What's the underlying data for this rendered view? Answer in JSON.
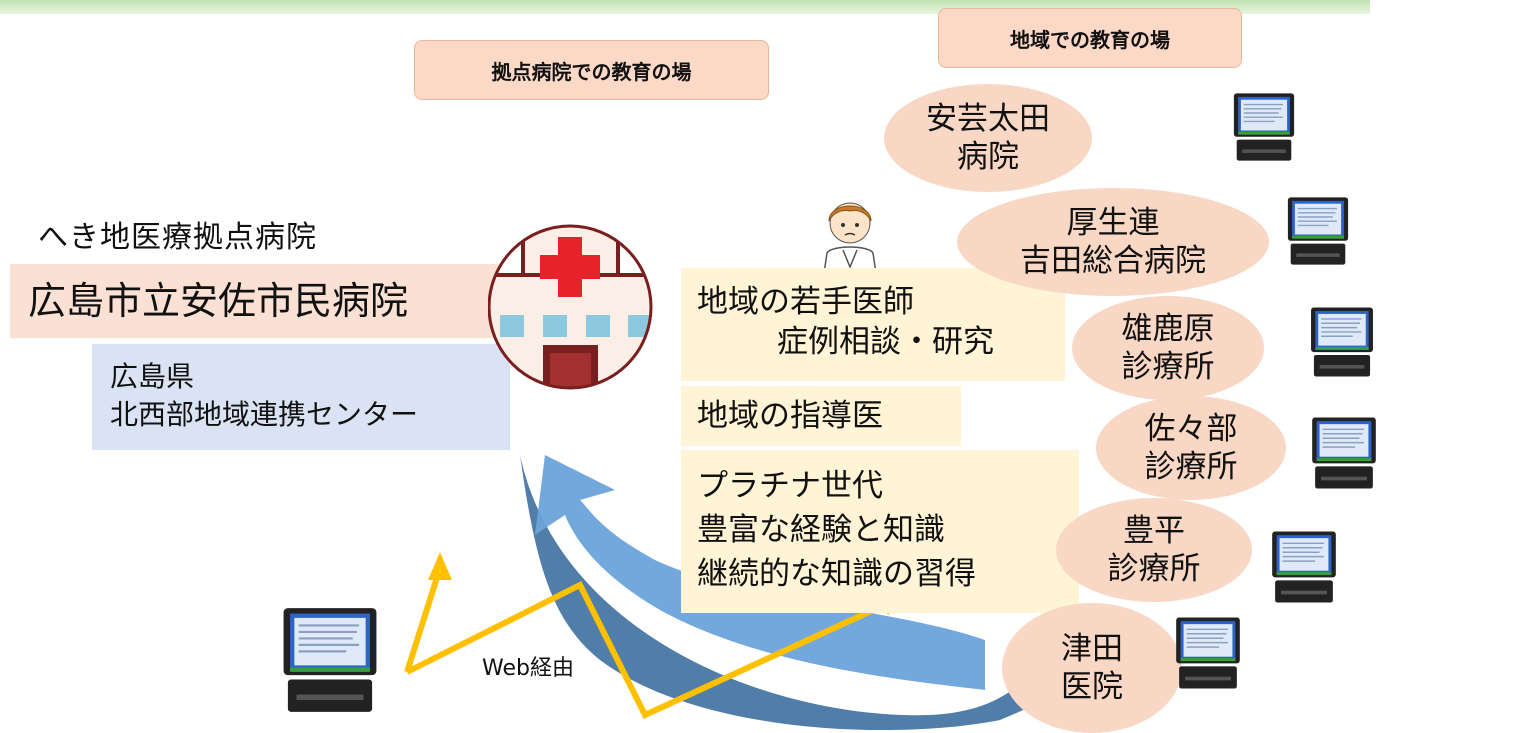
{
  "labels": {
    "hub_education": "拠点病院での教育の場",
    "regional_education": "地域での教育の場"
  },
  "hub": {
    "category": "へき地医療拠点病院",
    "name": "広島市立安佐市民病院",
    "center_line1": "広島県",
    "center_line2": "北西部地域連携センター"
  },
  "learners": {
    "young_line1": "地域の若手医師",
    "young_line2": "症例相談・研究",
    "instructor": "地域の指導医",
    "platinum_line1": "プラチナ世代",
    "platinum_line2": "豊富な経験と知識",
    "platinum_line3": "継続的な知識の習得"
  },
  "clinics": [
    {
      "line1": "安芸太田",
      "line2": "病院"
    },
    {
      "line1": "厚生連",
      "line2": "吉田総合病院"
    },
    {
      "line1": "雄鹿原",
      "line2": "診療所"
    },
    {
      "line1": "佐々部",
      "line2": "診療所"
    },
    {
      "line1": "豊平",
      "line2": "診療所"
    },
    {
      "line1": "津田",
      "line2": "医院"
    }
  ],
  "web_label": "Web経由",
  "colors": {
    "label_fill": "#fbd9c6",
    "oval_fill": "#f8d8c4",
    "hospital_name_fill": "#fbe1d3",
    "center_fill": "#dae3f3",
    "learner_fill": "#fff4d6",
    "arrow_blue_dark": "#3e6fa0",
    "arrow_blue_light": "#6aa3d9",
    "arrow_yellow": "#ffc000"
  }
}
